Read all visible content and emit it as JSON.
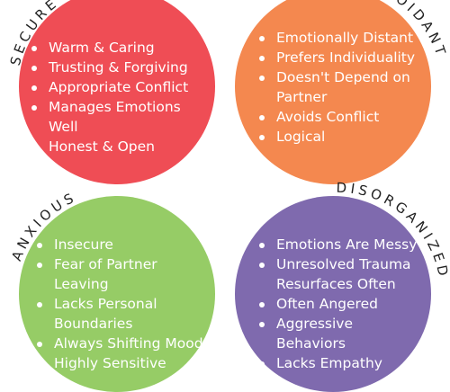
{
  "styles": [
    {
      "label": "SECURE",
      "color": "#ef4d55",
      "traits": [
        "Warm & Caring",
        "Trusting & Forgiving",
        "Appropriate Conflict",
        "Manages Emotions Well",
        "Honest & Open"
      ]
    },
    {
      "label": "AVOIDANT",
      "color": "#f4884f",
      "traits": [
        "Emotionally Distant",
        "Prefers Individuality",
        "Doesn't Depend on Partner",
        "Avoids Conflict",
        "Logical"
      ]
    },
    {
      "label": "ANXIOUS",
      "color": "#96cc66",
      "traits": [
        "Insecure",
        "Fear of Partner Leaving",
        "Lacks Personal Boundaries",
        "Always Shifting Moods",
        "Highly Sensitive"
      ]
    },
    {
      "label": "DISORGANIZED",
      "color": "#7f6aae",
      "traits": [
        "Emotions Are Messy",
        "Unresolved Trauma Resurfaces Often",
        "Often Angered",
        "Aggressive Behaviors",
        "Lacks Empathy"
      ]
    }
  ]
}
